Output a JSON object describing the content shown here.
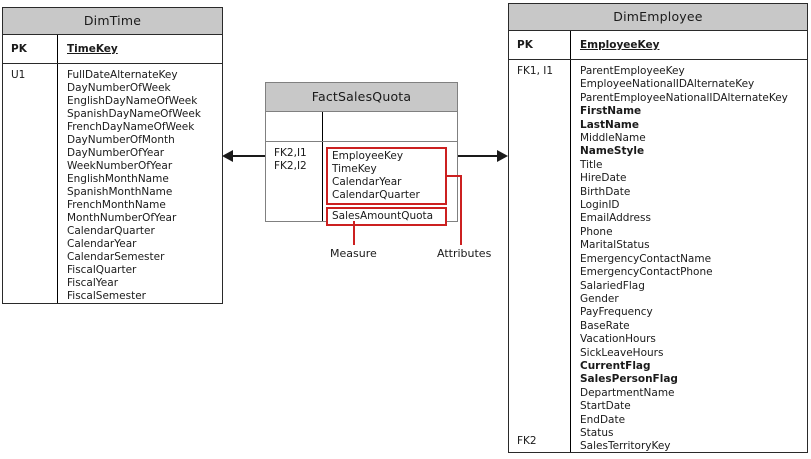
{
  "colors": {
    "header_fill": "#c8c8c8",
    "dim_table_border": "#2a2a2a",
    "fact_table_border": "#808080",
    "callout_red": "#cc2020",
    "arrow": "#1a1a1a"
  },
  "dimtime": {
    "title": "DimTime",
    "pk_label": "PK",
    "pk_column": "TimeKey",
    "key_top": "U1",
    "columns": [
      "FullDateAlternateKey",
      "DayNumberOfWeek",
      "EnglishDayNameOfWeek",
      "SpanishDayNameOfWeek",
      "FrenchDayNameOfWeek",
      "DayNumberOfMonth",
      "DayNumberOfYear",
      "WeekNumberOfYear",
      "EnglishMonthName",
      "SpanishMonthName",
      "FrenchMonthName",
      "MonthNumberOfYear",
      "CalendarQuarter",
      "CalendarYear",
      "CalendarSemester",
      "FiscalQuarter",
      "FiscalYear",
      "FiscalSemester"
    ]
  },
  "fact": {
    "title": "FactSalesQuota",
    "key_line_1": "FK2,I1",
    "key_line_2": "FK2,I2",
    "attribute_columns": [
      "EmployeeKey",
      "TimeKey",
      "CalendarYear",
      "CalendarQuarter"
    ],
    "measure_columns": [
      "SalesAmountQuota"
    ],
    "measure_label": "Measure",
    "attributes_label": "Attributes"
  },
  "dimemployee": {
    "title": "DimEmployee",
    "pk_label": "PK",
    "pk_column": "EmployeeKey",
    "key_top": "FK1, I1",
    "key_bottom": "FK2",
    "columns": [
      {
        "text": "ParentEmployeeKey"
      },
      {
        "text": "EmployeeNationalIDAlternateKey"
      },
      {
        "text": "ParentEmployeeNationalIDAlternateKey"
      },
      {
        "text": "FirstName",
        "bold": true
      },
      {
        "text": "LastName",
        "bold": true
      },
      {
        "text": "MiddleName"
      },
      {
        "text": "NameStyle",
        "bold": true
      },
      {
        "text": "Title"
      },
      {
        "text": "HireDate"
      },
      {
        "text": "BirthDate"
      },
      {
        "text": "LoginID"
      },
      {
        "text": "EmailAddress"
      },
      {
        "text": "Phone"
      },
      {
        "text": "MaritalStatus"
      },
      {
        "text": "EmergencyContactName"
      },
      {
        "text": "EmergencyContactPhone"
      },
      {
        "text": "SalariedFlag"
      },
      {
        "text": "Gender"
      },
      {
        "text": "PayFrequency"
      },
      {
        "text": "BaseRate"
      },
      {
        "text": "VacationHours"
      },
      {
        "text": "SickLeaveHours"
      },
      {
        "text": "CurrentFlag",
        "bold": true
      },
      {
        "text": "SalesPersonFlag",
        "bold": true
      },
      {
        "text": "DepartmentName"
      },
      {
        "text": "StartDate"
      },
      {
        "text": "EndDate"
      },
      {
        "text": "Status"
      },
      {
        "text": "SalesTerritoryKey"
      }
    ]
  }
}
